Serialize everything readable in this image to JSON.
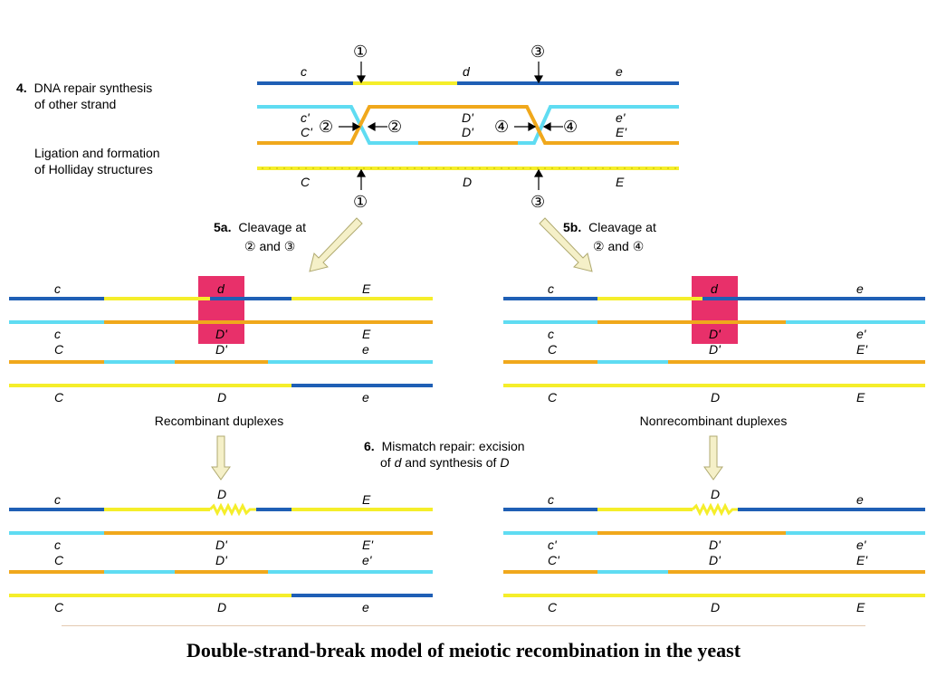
{
  "colors": {
    "dark_blue": "#1f5fb5",
    "cyan": "#5fdcf2",
    "yellow": "#f5ee2a",
    "orange": "#f0a81c",
    "pink": "#e8306a",
    "arrow_fill": "#f5f0c8",
    "arrow_stroke": "#b0aa70"
  },
  "step4": {
    "num": "4.",
    "text1": "DNA repair synthesis",
    "text2": "of other strand",
    "text3": "Ligation and formation",
    "text4": "of Holliday structures",
    "labels": {
      "c": "c",
      "d": "d",
      "e": "e",
      "c_prime": "c'",
      "C_prime": "C'",
      "D_prime_a": "D'",
      "D_prime_b": "D'",
      "e_prime": "e'",
      "E_prime": "E'",
      "C": "C",
      "D": "D",
      "E": "E"
    },
    "markers": {
      "top_1": "①",
      "top_3": "③",
      "left_2": "②",
      "right_2": "②",
      "left_4": "④",
      "right_4": "④",
      "bottom_1": "①",
      "bottom_3": "③"
    }
  },
  "step5a": {
    "num": "5a.",
    "text1": "Cleavage at",
    "text2": "② and ③"
  },
  "step5b": {
    "num": "5b.",
    "text1": "Cleavage at",
    "text2": "② and ④"
  },
  "left_duplex": {
    "labels": {
      "r1_l": "c",
      "r1_m": "d",
      "r1_r": "E",
      "r2_l": "c",
      "r2_m": "D'",
      "r2_r": "E",
      "r3_l": "C",
      "r3_m": "D'",
      "r3_r": "e",
      "r4_l": "C",
      "r4_m": "D",
      "r4_r": "e"
    },
    "caption": "Recombinant duplexes"
  },
  "right_duplex": {
    "labels": {
      "r1_l": "c",
      "r1_m": "d",
      "r1_r": "e",
      "r2_l": "c",
      "r2_m": "D'",
      "r2_r": "e'",
      "r3_l": "C",
      "r3_m": "D'",
      "r3_r": "E'",
      "r4_l": "C",
      "r4_m": "D",
      "r4_r": "E"
    },
    "caption": "Nonrecombinant duplexes"
  },
  "step6": {
    "num": "6.",
    "text1": "Mismatch repair: excision",
    "text2_a": "of ",
    "text2_b": "d",
    "text2_c": " and synthesis of ",
    "text2_d": "D"
  },
  "left_final": {
    "labels": {
      "r1_l": "c",
      "r1_m": "D",
      "r1_r": "E",
      "r2_l": "c",
      "r2_m": "D'",
      "r2_r": "E'",
      "r3_l": "C",
      "r3_m": "D'",
      "r3_r": "e'",
      "r4_l": "C",
      "r4_m": "D",
      "r4_r": "e"
    }
  },
  "right_final": {
    "labels": {
      "r1_l": "c",
      "r1_m": "D",
      "r1_r": "e",
      "r2_l": "c'",
      "r2_m": "D'",
      "r2_r": "e'",
      "r3_l": "C'",
      "r3_m": "D'",
      "r3_r": "E'",
      "r4_l": "C",
      "r4_m": "D",
      "r4_r": "E"
    }
  },
  "caption": "Double-strand-break model of meiotic recombination in the yeast"
}
